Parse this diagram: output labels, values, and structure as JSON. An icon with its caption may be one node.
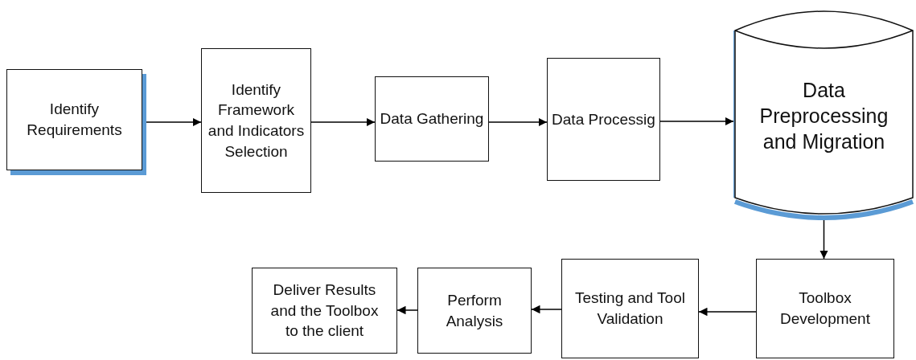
{
  "diagram": {
    "nodes": [
      {
        "text": [
          "Identify Requirements"
        ]
      },
      {
        "text": [
          "Identify Framework and Indicators Selection"
        ]
      },
      {
        "text": [
          "Data Gathering"
        ]
      },
      {
        "text": [
          "Data Processig"
        ]
      },
      {
        "text": [
          "Data Preprocessing and Migration"
        ]
      },
      {
        "text": [
          "Toolbox Development"
        ]
      },
      {
        "text": [
          "Testing and Tool Validation"
        ]
      },
      {
        "text": [
          "Perform Analysis"
        ]
      },
      {
        "text": [
          "Deliver Results and the Toolbox to the client"
        ]
      }
    ],
    "edges": [
      {
        "from": 0,
        "to": 1,
        "arrow": "to"
      },
      {
        "from": 1,
        "to": 2,
        "arrow": "to"
      },
      {
        "from": 2,
        "to": 3,
        "arrow": "to"
      },
      {
        "from": 3,
        "to": 4,
        "arrow": "to"
      },
      {
        "from": 4,
        "to": 5,
        "arrow": "to"
      },
      {
        "from": 5,
        "to": 6,
        "arrow": "to"
      },
      {
        "from": 6,
        "to": 7,
        "arrow": "to"
      },
      {
        "from": 7,
        "to": 8,
        "arrow": "to"
      }
    ]
  }
}
